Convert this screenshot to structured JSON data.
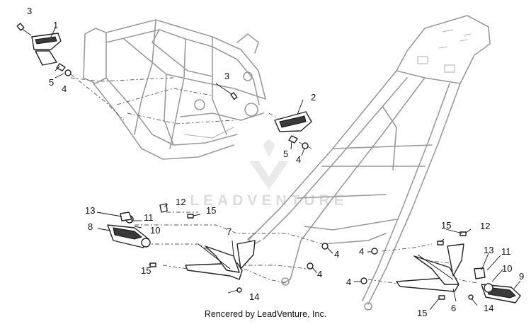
{
  "callouts": {
    "c1": "1",
    "c2": "2",
    "c3a": "3",
    "c3b": "3",
    "c4a": "4",
    "c4b": "4",
    "c4c": "4",
    "c4d": "4",
    "c4e": "4",
    "c4f": "4",
    "c5a": "5",
    "c5b": "5",
    "c7": "7",
    "c8": "8",
    "c9": "9",
    "c10a": "10",
    "c10b": "10",
    "c11a": "11",
    "c11b": "11",
    "c12a": "12",
    "c12b": "12",
    "c13a": "13",
    "c13b": "13",
    "c14a": "14",
    "c14b": "14",
    "c15a": "15",
    "c15b": "15",
    "c15c": "15",
    "c15d": "15",
    "c6": "6"
  },
  "watermark": "LEADVENTURE",
  "footer": "Rencered by LeadVenture, Inc."
}
